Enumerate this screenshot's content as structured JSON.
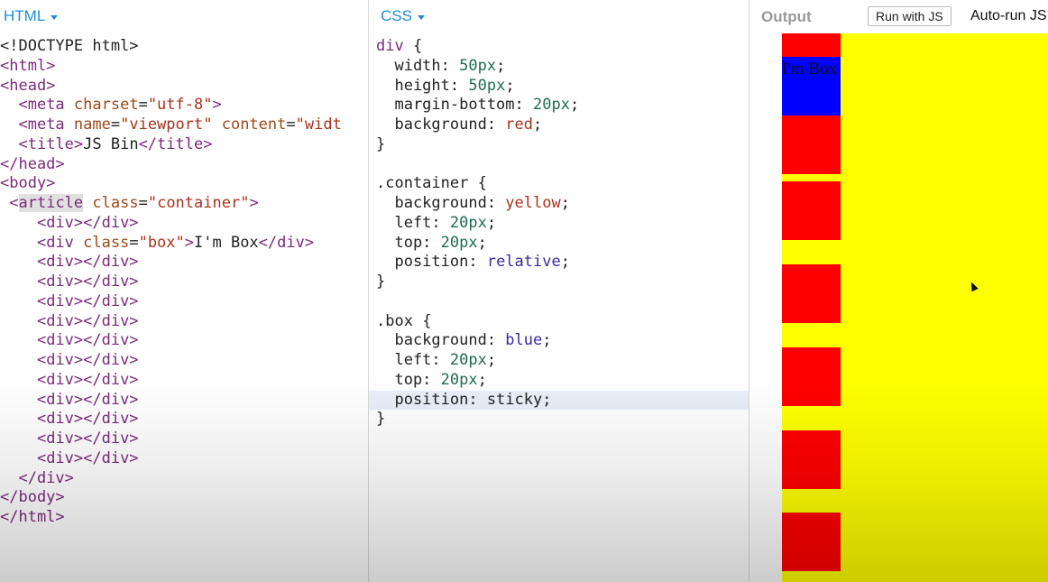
{
  "html_panel": {
    "title": "HTML",
    "lines": [
      [
        {
          "t": "<!DOCTYPE html>",
          "c": "text"
        }
      ],
      [
        {
          "t": "<html>",
          "c": "tag"
        }
      ],
      [
        {
          "t": "<head>",
          "c": "tag"
        }
      ],
      [
        {
          "t": "  ",
          "c": "text"
        },
        {
          "t": "<meta ",
          "c": "tag"
        },
        {
          "t": "charset",
          "c": "attr"
        },
        {
          "t": "=",
          "c": "text"
        },
        {
          "t": "\"utf-8\"",
          "c": "str"
        },
        {
          "t": ">",
          "c": "tag"
        }
      ],
      [
        {
          "t": "  ",
          "c": "text"
        },
        {
          "t": "<meta ",
          "c": "tag"
        },
        {
          "t": "name",
          "c": "attr"
        },
        {
          "t": "=",
          "c": "text"
        },
        {
          "t": "\"viewport\"",
          "c": "str"
        },
        {
          "t": " ",
          "c": "text"
        },
        {
          "t": "content",
          "c": "attr"
        },
        {
          "t": "=",
          "c": "text"
        },
        {
          "t": "\"widt",
          "c": "str"
        }
      ],
      [
        {
          "t": "  ",
          "c": "text"
        },
        {
          "t": "<title>",
          "c": "tag"
        },
        {
          "t": "JS Bin",
          "c": "text"
        },
        {
          "t": "</title>",
          "c": "tag"
        }
      ],
      [
        {
          "t": "</head>",
          "c": "tag"
        }
      ],
      [
        {
          "t": "<body>",
          "c": "tag"
        }
      ],
      [
        {
          "t": " ",
          "c": "text"
        },
        {
          "t": "<",
          "c": "tag"
        },
        {
          "t": "article",
          "c": "tag hl"
        },
        {
          "t": " ",
          "c": "text"
        },
        {
          "t": "class",
          "c": "attr"
        },
        {
          "t": "=",
          "c": "text"
        },
        {
          "t": "\"container\"",
          "c": "str"
        },
        {
          "t": ">",
          "c": "tag"
        }
      ],
      [
        {
          "t": "    ",
          "c": "text"
        },
        {
          "t": "<div></div>",
          "c": "tag"
        }
      ],
      [
        {
          "t": "    ",
          "c": "text"
        },
        {
          "t": "<div ",
          "c": "tag"
        },
        {
          "t": "class",
          "c": "attr"
        },
        {
          "t": "=",
          "c": "text"
        },
        {
          "t": "\"box\"",
          "c": "str"
        },
        {
          "t": ">",
          "c": "tag"
        },
        {
          "t": "I'm Box",
          "c": "text"
        },
        {
          "t": "</div>",
          "c": "tag"
        }
      ],
      [
        {
          "t": "    ",
          "c": "text"
        },
        {
          "t": "<div></div>",
          "c": "tag"
        }
      ],
      [
        {
          "t": "    ",
          "c": "text"
        },
        {
          "t": "<div></div>",
          "c": "tag"
        }
      ],
      [
        {
          "t": "    ",
          "c": "text"
        },
        {
          "t": "<div></div>",
          "c": "tag"
        }
      ],
      [
        {
          "t": "    ",
          "c": "text"
        },
        {
          "t": "<div></div>",
          "c": "tag"
        }
      ],
      [
        {
          "t": "    ",
          "c": "text"
        },
        {
          "t": "<div></div>",
          "c": "tag"
        }
      ],
      [
        {
          "t": "    ",
          "c": "text"
        },
        {
          "t": "<div></div>",
          "c": "tag"
        }
      ],
      [
        {
          "t": "    ",
          "c": "text"
        },
        {
          "t": "<div></div>",
          "c": "tag"
        }
      ],
      [
        {
          "t": "    ",
          "c": "text"
        },
        {
          "t": "<div></div>",
          "c": "tag"
        }
      ],
      [
        {
          "t": "    ",
          "c": "text"
        },
        {
          "t": "<div></div>",
          "c": "tag"
        }
      ],
      [
        {
          "t": "    ",
          "c": "text"
        },
        {
          "t": "<div></div>",
          "c": "tag"
        }
      ],
      [
        {
          "t": "    ",
          "c": "text"
        },
        {
          "t": "<div></div>",
          "c": "tag"
        }
      ],
      [
        {
          "t": "  ",
          "c": "text"
        },
        {
          "t": "</div>",
          "c": "tag"
        }
      ],
      [
        {
          "t": "</body>",
          "c": "tag"
        }
      ],
      [
        {
          "t": "</html>",
          "c": "tag"
        }
      ]
    ]
  },
  "css_panel": {
    "title": "CSS",
    "active_line": 18,
    "lines": [
      [
        {
          "t": "div",
          "c": "sel"
        },
        {
          "t": " {",
          "c": "text"
        }
      ],
      [
        {
          "t": "  width: ",
          "c": "text"
        },
        {
          "t": "50px",
          "c": "num"
        },
        {
          "t": ";",
          "c": "text"
        }
      ],
      [
        {
          "t": "  height: ",
          "c": "text"
        },
        {
          "t": "50px",
          "c": "num"
        },
        {
          "t": ";",
          "c": "text"
        }
      ],
      [
        {
          "t": "  margin-bottom: ",
          "c": "text"
        },
        {
          "t": "20px",
          "c": "num"
        },
        {
          "t": ";",
          "c": "text"
        }
      ],
      [
        {
          "t": "  background: ",
          "c": "text"
        },
        {
          "t": "red",
          "c": "str"
        },
        {
          "t": ";",
          "c": "text"
        }
      ],
      [
        {
          "t": "}",
          "c": "text"
        }
      ],
      [
        {
          "t": "",
          "c": "text"
        }
      ],
      [
        {
          "t": ".container",
          "c": "text"
        },
        {
          "t": " {",
          "c": "text"
        }
      ],
      [
        {
          "t": "  background: ",
          "c": "text"
        },
        {
          "t": "yellow",
          "c": "str"
        },
        {
          "t": ";",
          "c": "text"
        }
      ],
      [
        {
          "t": "  left: ",
          "c": "text"
        },
        {
          "t": "20px",
          "c": "num"
        },
        {
          "t": ";",
          "c": "text"
        }
      ],
      [
        {
          "t": "  top: ",
          "c": "text"
        },
        {
          "t": "20px",
          "c": "num"
        },
        {
          "t": ";",
          "c": "text"
        }
      ],
      [
        {
          "t": "  position: ",
          "c": "text"
        },
        {
          "t": "relative",
          "c": "kw"
        },
        {
          "t": ";",
          "c": "text"
        }
      ],
      [
        {
          "t": "}",
          "c": "text"
        }
      ],
      [
        {
          "t": "",
          "c": "text"
        }
      ],
      [
        {
          "t": ".box",
          "c": "text"
        },
        {
          "t": " {",
          "c": "text"
        }
      ],
      [
        {
          "t": "  background: ",
          "c": "text"
        },
        {
          "t": "blue",
          "c": "kw"
        },
        {
          "t": ";",
          "c": "text"
        }
      ],
      [
        {
          "t": "  left: ",
          "c": "text"
        },
        {
          "t": "20px",
          "c": "num"
        },
        {
          "t": ";",
          "c": "text"
        }
      ],
      [
        {
          "t": "  top: ",
          "c": "text"
        },
        {
          "t": "20px",
          "c": "num"
        },
        {
          "t": ";",
          "c": "text"
        }
      ],
      [
        {
          "t": "  position: sticky;",
          "c": "text"
        }
      ],
      [
        {
          "t": "}",
          "c": "text"
        }
      ]
    ]
  },
  "output_panel": {
    "title": "Output",
    "run_button_label": "Run with JS",
    "autorun_label": "Auto-run JS",
    "box_text": "I'm Box",
    "colors": {
      "container": "#ffff00",
      "div": "#ff0000",
      "box": "#0000ff"
    }
  }
}
